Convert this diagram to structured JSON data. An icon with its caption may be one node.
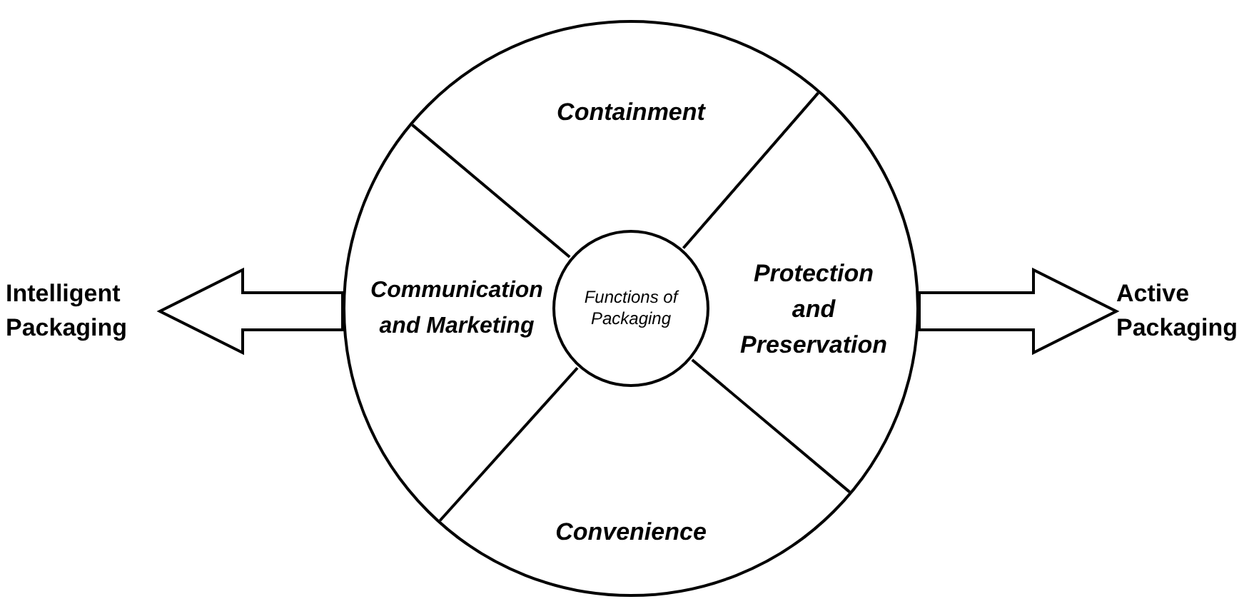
{
  "diagram": {
    "nodes": [
      {
        "text": [],
        "shape": "circle"
      },
      {
        "text": [
          "Containment"
        ],
        "in": 0
      },
      {
        "text": [
          "Communication and Marketing"
        ],
        "in": 0
      },
      {
        "text": [
          "Functions of Packaging"
        ],
        "in": 0
      },
      {
        "text": [
          "Protection and Preservation"
        ],
        "in": 0
      },
      {
        "text": [
          "Convenience"
        ],
        "in": 0
      },
      {
        "text": [
          "Intelligent Packaging"
        ]
      },
      {
        "text": [
          "Active Packaging"
        ]
      }
    ],
    "edges": [
      {
        "from": 0,
        "to": 6,
        "arrow": "to"
      },
      {
        "from": 0,
        "to": 7,
        "arrow": "to"
      }
    ]
  }
}
